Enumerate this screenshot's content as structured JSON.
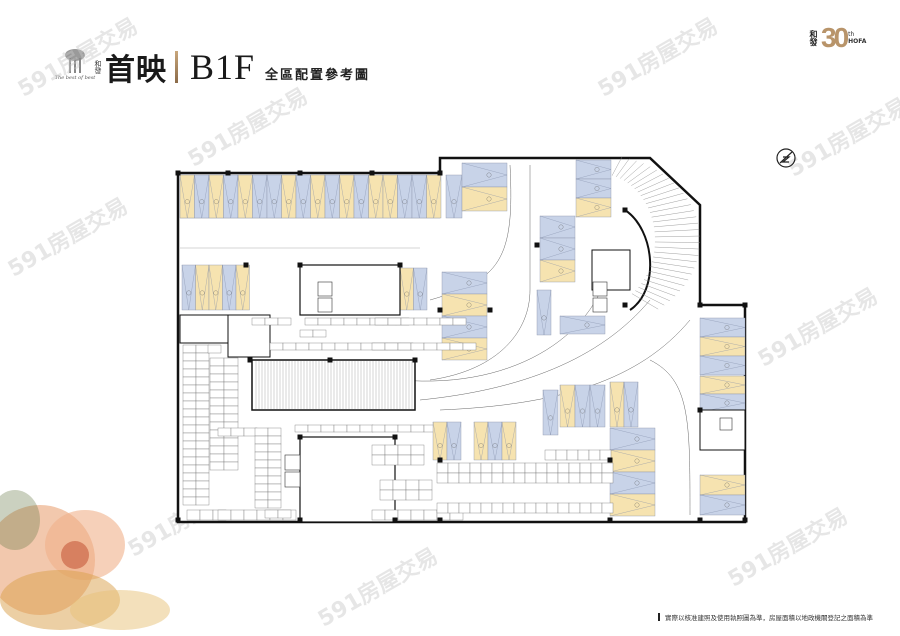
{
  "header": {
    "brand_small": "和發",
    "brand_tagline": "The best of best",
    "brand_name": "首映",
    "floor": "B1F",
    "plan_title": "全區配置參考圖"
  },
  "anniversary_logo": {
    "company": "和發",
    "number": "30",
    "suffix": "th",
    "brand": "HOFA"
  },
  "footer": {
    "note": "實際以核准建照及使用執照圖為準，房屋面積以地政機關登記之面積為準"
  },
  "watermark": "591房屋交易",
  "colors": {
    "stall_yellow": "#f6e3b0",
    "stall_blue": "#c8d3e8",
    "wall": "#111111",
    "accent_gold": "#b8946a"
  }
}
